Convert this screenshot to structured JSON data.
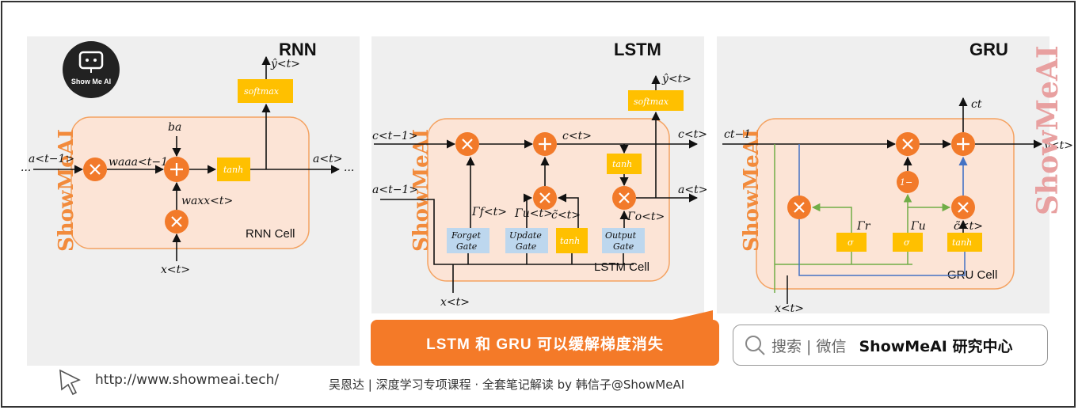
{
  "rnn": {
    "title": "RNN",
    "cell_label": "RNN Cell",
    "a_prev": "a<t−1>",
    "dots": "···",
    "w_aa": "waaa<t−1>",
    "b_a": "ba",
    "w_ax": "waxx<t>",
    "tanh": "tanh",
    "softmax": "softmax",
    "y_hat": "ŷ<t>",
    "a_out": "a<t>",
    "x_in": "x<t>"
  },
  "lstm": {
    "title": "LSTM",
    "cell_label": "LSTM Cell",
    "c_prev": "c<t−1>",
    "a_prev": "a<t−1>",
    "c_mid": "c<t>",
    "c_out": "c<t>",
    "a_out": "a<t>",
    "y_hat": "ŷ<t>",
    "softmax": "softmax",
    "tanh_top": "tanh",
    "x_in": "x<t>",
    "gamma_f": "Γf<t>",
    "gamma_u": "Γu<t>",
    "c_tilde": "c̃<t>",
    "gamma_o": "Γo<t>",
    "forget_gate": [
      "Forget",
      "Gate"
    ],
    "update_gate": [
      "Update",
      "Gate"
    ],
    "tanh_gate": "tanh",
    "output_gate": [
      "Output",
      "Gate"
    ]
  },
  "gru": {
    "title": "GRU",
    "cell_label": "GRU Cell",
    "c_prev": "ct−1",
    "c_t": "ct",
    "y_hat": "ŷ<t>",
    "one_minus": "1−",
    "gamma_r": "Γr",
    "gamma_u": "Γu",
    "c_tilde": "c̃<t>",
    "sigma": "σ",
    "tanh": "tanh",
    "x_in": "x<t>"
  },
  "watermark": "ShowMeAI",
  "logo_text": "Show Me AI",
  "banner": "LSTM 和 GRU 可以缓解梯度消失",
  "search": {
    "text": "搜索 | 微信",
    "brand": "ShowMeAI 研究中心"
  },
  "footer": {
    "url": "http://www.showmeai.tech/",
    "credit": "吴恩达 | 深度学习专项课程 · 全套笔记解读  by 韩信子@ShowMeAI"
  },
  "colors": {
    "orange": "#f27a2a",
    "cell": "#fce4d6",
    "gate_yellow": "#ffc000",
    "gate_blue": "#bdd7ee"
  }
}
